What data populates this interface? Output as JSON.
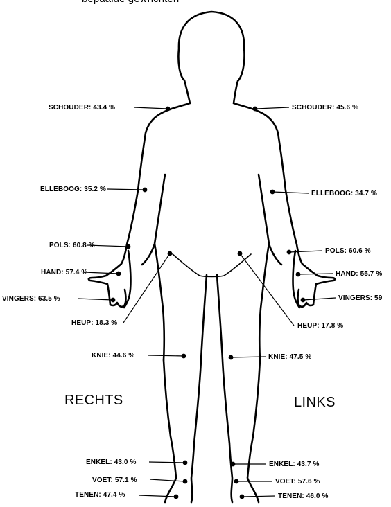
{
  "caption": "bepaalde gewrichten",
  "side_labels": {
    "right": "RECHTS",
    "left": "LINKS"
  },
  "joints": {
    "right": {
      "shoulder": {
        "name": "SCHOUDER",
        "value": "43.4 %"
      },
      "elbow": {
        "name": "ELLEBOOG",
        "value": "35.2 %"
      },
      "wrist": {
        "name": "POLS",
        "value": "60.8 %"
      },
      "hand": {
        "name": "HAND",
        "value": "57.4 %"
      },
      "fingers": {
        "name": "VINGERS",
        "value": "63.5 %"
      },
      "hip": {
        "name": "HEUP",
        "value": "18.3 %"
      },
      "knee": {
        "name": "KNIE",
        "value": "44.6 %"
      },
      "ankle": {
        "name": "ENKEL",
        "value": "43.0 %"
      },
      "foot": {
        "name": "VOET",
        "value": "57.1 %"
      },
      "toes": {
        "name": "TENEN",
        "value": "47.4 %"
      }
    },
    "left": {
      "shoulder": {
        "name": "SCHOUDER",
        "value": "45.6 %"
      },
      "elbow": {
        "name": "ELLEBOOG",
        "value": "34.7 %"
      },
      "wrist": {
        "name": "POLS",
        "value": "60.6 %"
      },
      "hand": {
        "name": "HAND",
        "value": "55.7 %"
      },
      "fingers": {
        "name": "VINGERS",
        "value": "59"
      },
      "hip": {
        "name": "HEUP",
        "value": "17.8 %"
      },
      "knee": {
        "name": "KNIE",
        "value": "47.5 %"
      },
      "ankle": {
        "name": "ENKEL",
        "value": "43.7 %"
      },
      "foot": {
        "name": "VOET",
        "value": "57.6 %"
      },
      "toes": {
        "name": "TENEN",
        "value": "46.0 %"
      }
    }
  }
}
